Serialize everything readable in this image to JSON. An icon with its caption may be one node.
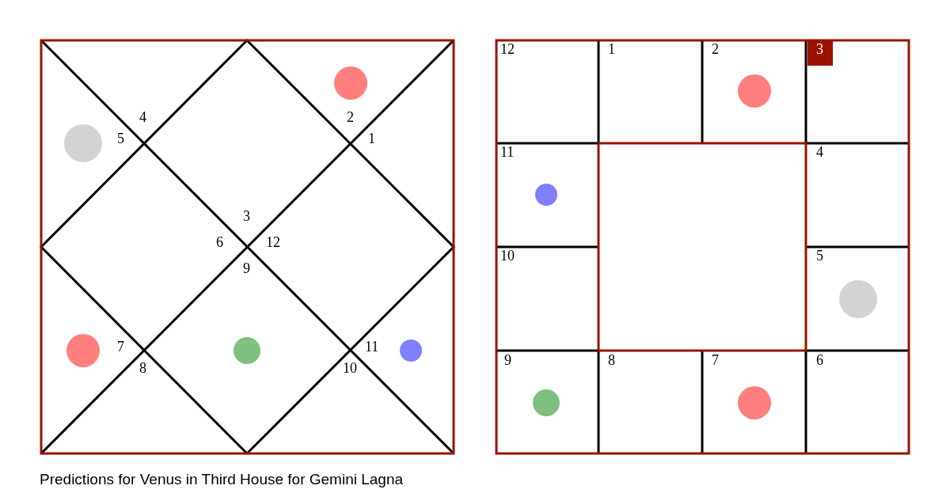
{
  "diagram": {
    "caption": "Predictions for Venus in Third House for Gemini Lagna",
    "labels": [
      "4",
      "2",
      "5",
      "1",
      "3",
      "6",
      "12",
      "9",
      "7",
      "11",
      "8",
      "10",
      "12",
      "1",
      "2",
      "3",
      "11",
      "4",
      "10",
      "5",
      "9",
      "8",
      "7",
      "6"
    ]
  }
}
